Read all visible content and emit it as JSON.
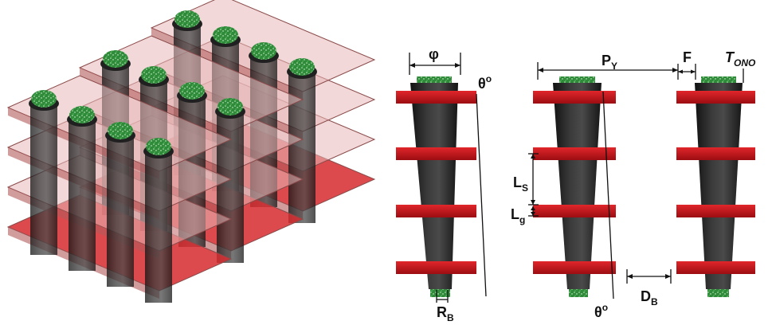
{
  "figure": {
    "left_panel": {
      "name": "3d-vertical-nand-array"
    },
    "right_panel": {
      "name": "cross-section-schematic"
    }
  },
  "labels": {
    "phi": "φ",
    "theta_top": "θ",
    "theta_top_sup": "o",
    "theta_bottom": "θ",
    "theta_bottom_sup": "o",
    "py": "P",
    "py_sub": "Y",
    "f": "F",
    "tono": "T",
    "tono_sub": "ONO",
    "ls": "L",
    "ls_sub": "S",
    "lg": "L",
    "lg_sub": "g",
    "rb": "R",
    "rb_sub": "B",
    "db": "D",
    "db_sub": "B"
  },
  "colors": {
    "word_line": "#c8161b",
    "pillar": "#2b2b2b",
    "channel_top": "#3fa84a",
    "glass": "#d9a8a8"
  }
}
